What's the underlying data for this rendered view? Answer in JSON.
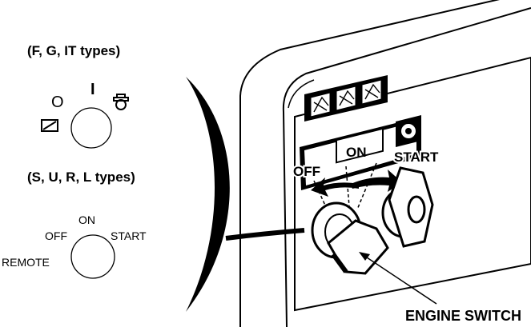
{
  "left_panel": {
    "fgit": {
      "heading": "(F, G, IT types)",
      "symbol_off": "O",
      "symbol_on": "I"
    },
    "suri": {
      "heading": "(S, U, R, L types)",
      "on": "ON",
      "off": "OFF",
      "start": "START",
      "remote": "REMOTE"
    }
  },
  "right_panel": {
    "label_off": "OFF",
    "label_on": "ON",
    "label_start": "START",
    "callout": "ENGINE SWITCH"
  },
  "icons": [
    "remote-symbol-icon",
    "start-engine-symbol-icon",
    "key-icon",
    "knob-icon",
    "arrow-icon"
  ]
}
